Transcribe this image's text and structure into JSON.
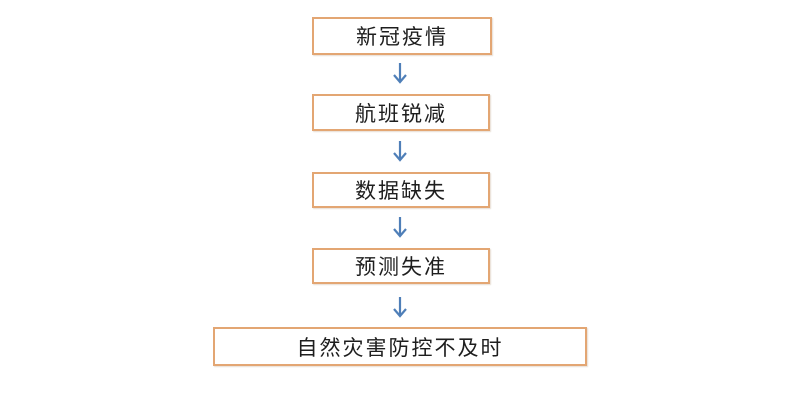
{
  "flowchart": {
    "nodes": [
      {
        "id": "n1",
        "label": "新冠疫情"
      },
      {
        "id": "n2",
        "label": "航班锐减"
      },
      {
        "id": "n3",
        "label": "数据缺失"
      },
      {
        "id": "n4",
        "label": "预测失准"
      },
      {
        "id": "n5",
        "label": "自然灾害防控不及时"
      }
    ],
    "edges": [
      {
        "from": "n1",
        "to": "n2",
        "icon": "down-arrow-icon"
      },
      {
        "from": "n2",
        "to": "n3",
        "icon": "down-arrow-icon"
      },
      {
        "from": "n3",
        "to": "n4",
        "icon": "down-arrow-icon"
      },
      {
        "from": "n4",
        "to": "n5",
        "icon": "down-arrow-icon"
      }
    ],
    "colors": {
      "box_border": "#e3a673",
      "arrow": "#4f7fb8",
      "text": "#1e1e1e"
    }
  }
}
